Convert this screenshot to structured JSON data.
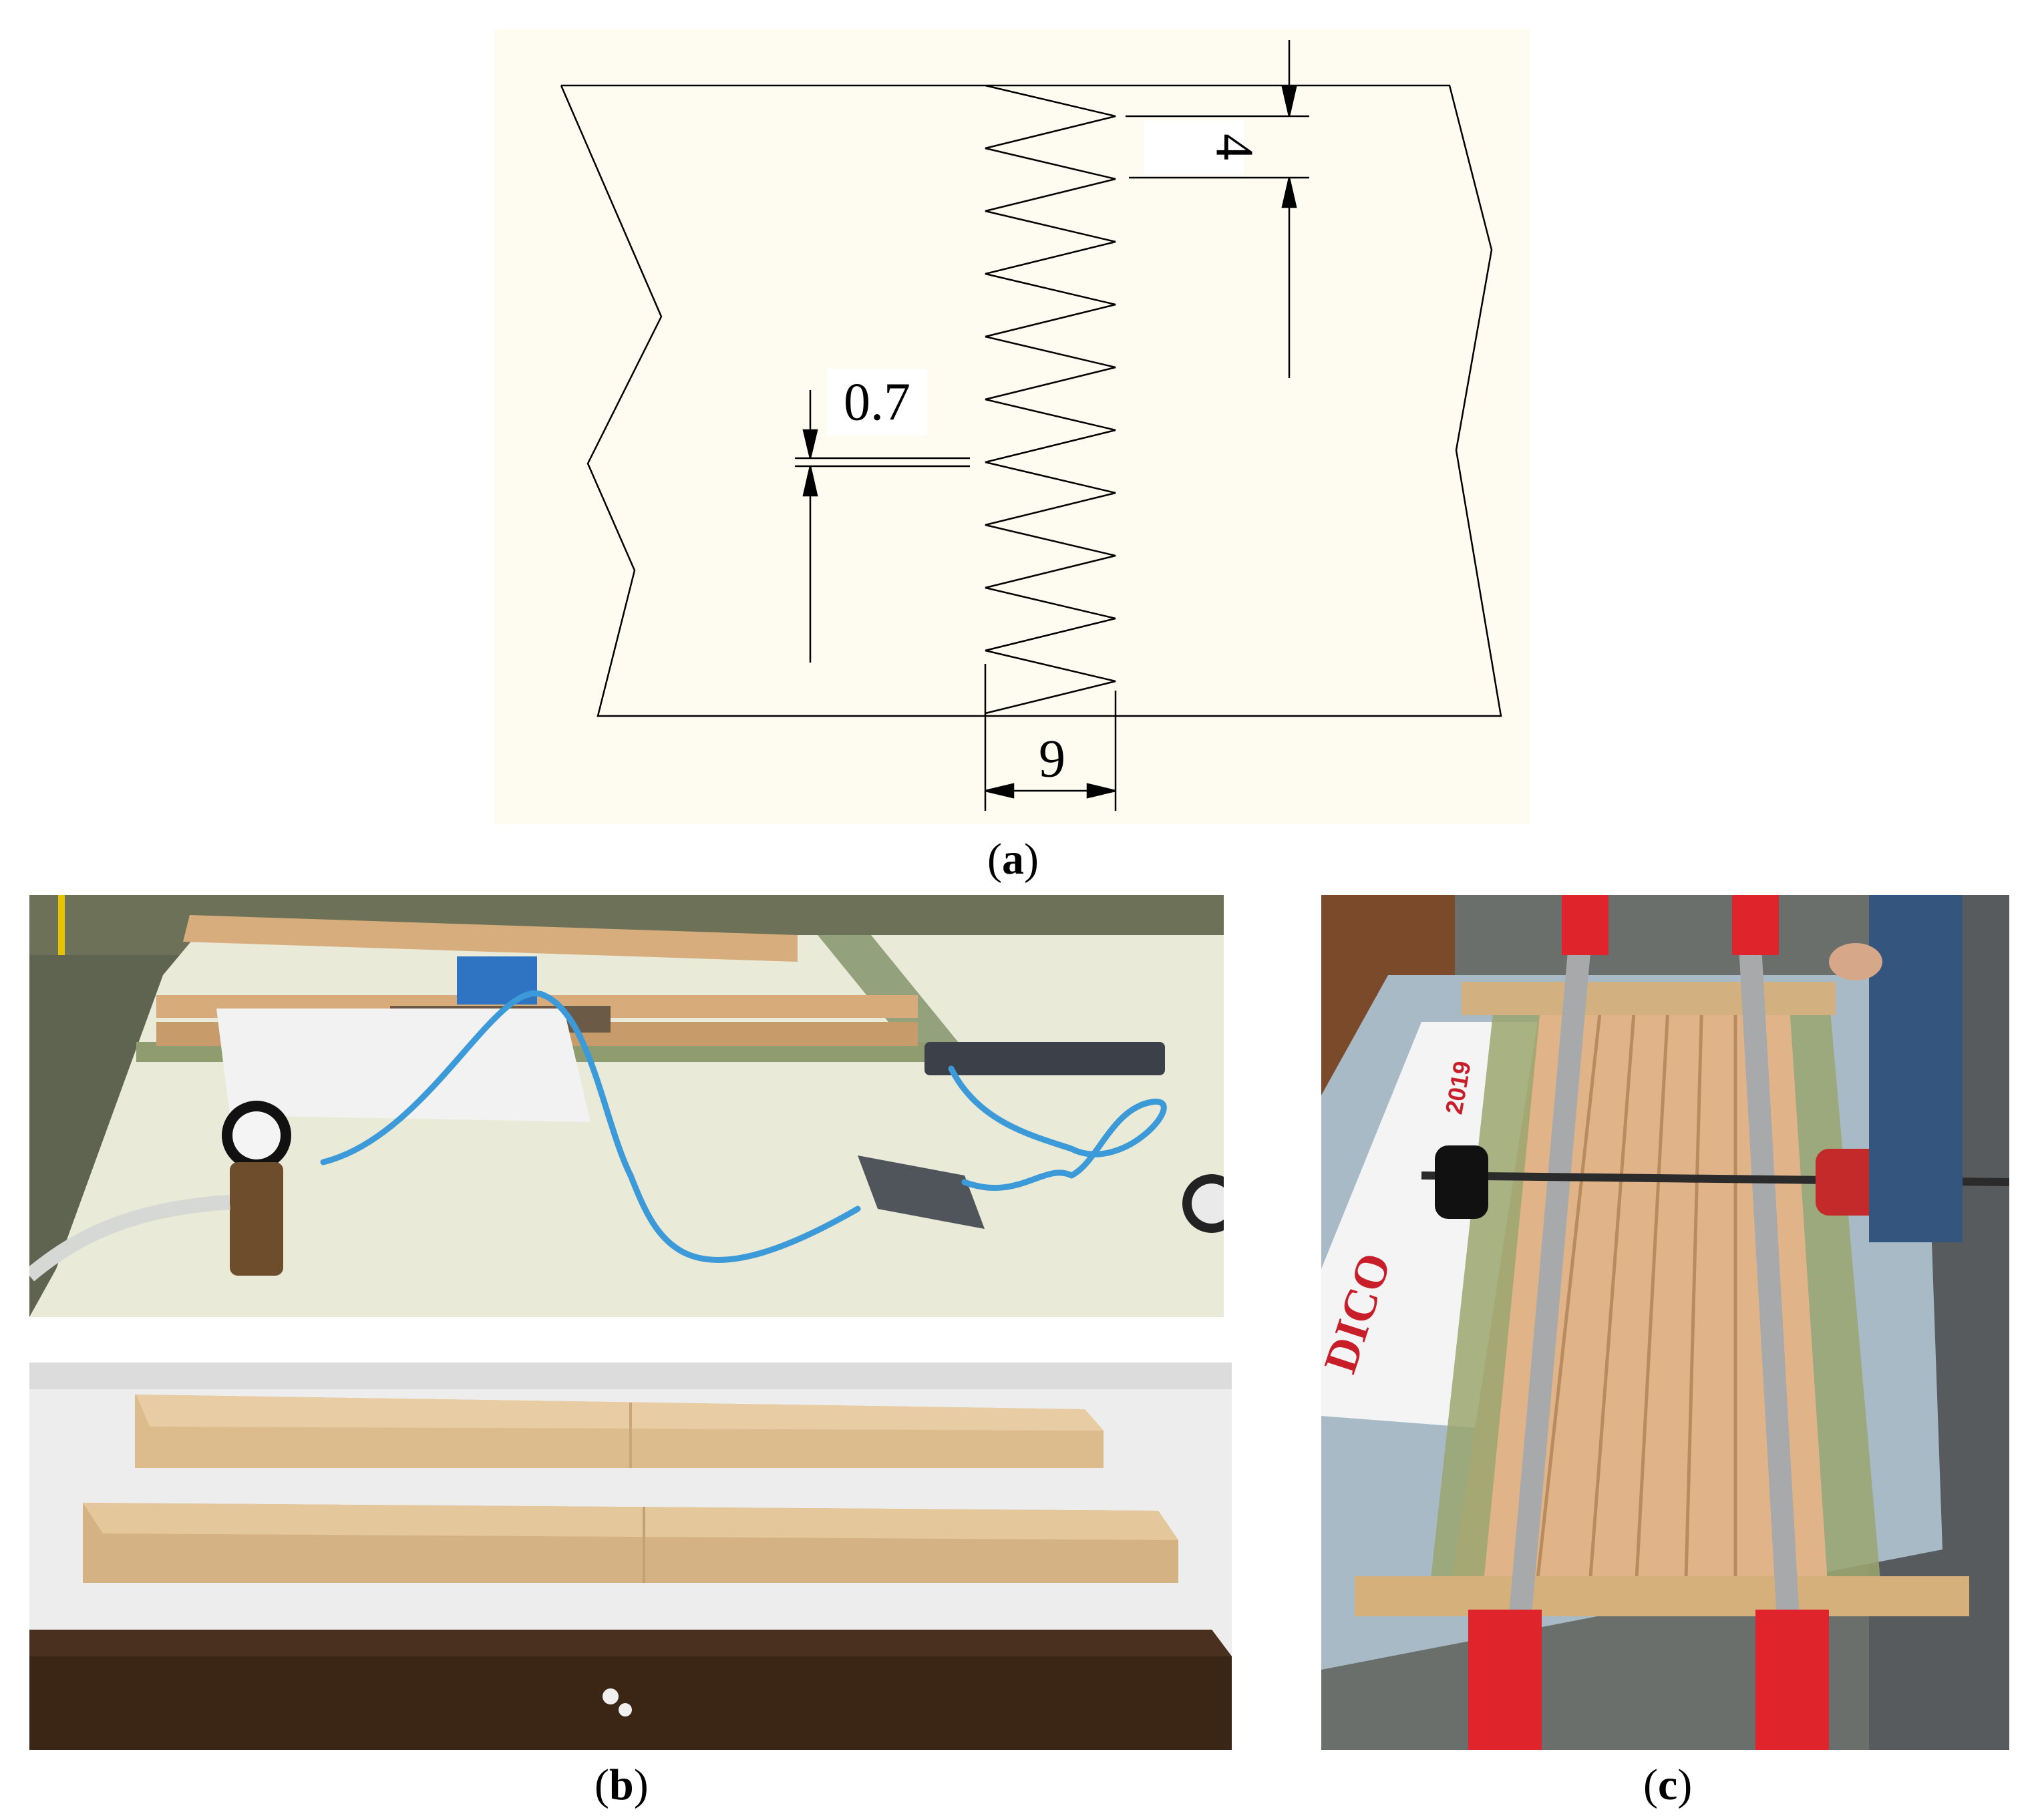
{
  "figure": {
    "panel_a": {
      "caption": "(a)",
      "caption_letter": "a",
      "dimensions": {
        "pitch": "4",
        "tip_gap": "0.7",
        "finger_length": "9"
      }
    },
    "panel_b": {
      "caption": "(b)",
      "caption_letter": "b",
      "top_photo": "pneumatic-finger-joint-test-rig",
      "bottom_photo": "finger-jointed-wood-specimens"
    },
    "panel_c": {
      "caption": "(c)",
      "caption_letter": "c",
      "photo": "clamping-glued-lamellas",
      "poster_text": {
        "brand": "DICO",
        "year": "2019"
      }
    }
  },
  "colors": {
    "drawing_background": "#fefcf0",
    "line": "#000000",
    "hose_blue": "#3d9ad8",
    "clamp_red": "#e0242b",
    "wood_light": "#d9b88a",
    "wood_dark": "#3b2616"
  }
}
